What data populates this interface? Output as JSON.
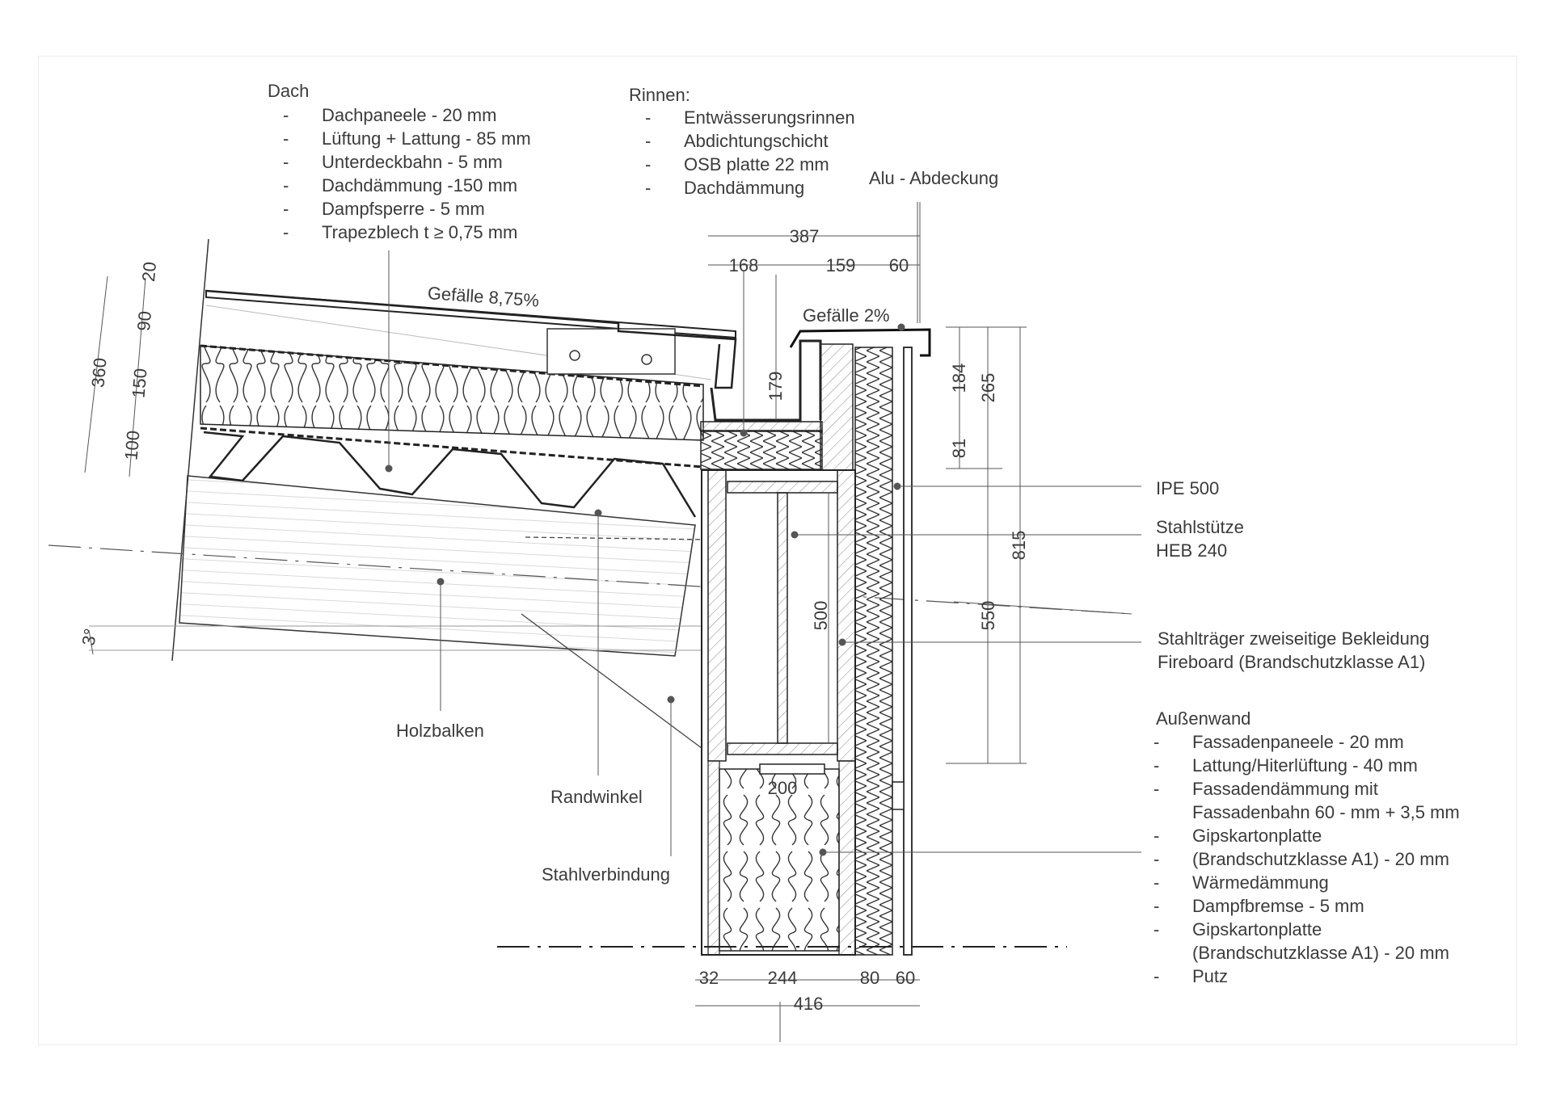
{
  "roof": {
    "title": "Dach",
    "items": [
      "Dachpaneele - 20 mm",
      "Lüftung + Lattung - 85 mm",
      "Unterdeckbahn - 5 mm",
      "Dachdämmung -150 mm",
      "Dampfsperre - 5 mm",
      "Trapezblech t ≥ 0,75 mm"
    ]
  },
  "gutter": {
    "title": "Rinnen:",
    "items": [
      "Entwässerungsrinnen",
      "Abdichtungschicht",
      "OSB platte 22 mm",
      "Dachdämmung"
    ]
  },
  "labels": {
    "alu": "Alu - Abdeckung",
    "slope_roof": "Gefälle 8,75%",
    "slope_gutter": "Gefälle 2%",
    "ipe": "IPE 500",
    "column_1": "Stahlstütze",
    "column_2": "HEB 240",
    "cladding_1": "Stahlträger zweiseitige Bekleidung",
    "cladding_2": "Fireboard (Brandschutzklasse A1)",
    "holzbalken": "Holzbalken",
    "randwinkel": "Randwinkel",
    "stahlverbindung": "Stahlverbindung",
    "angle": "3°"
  },
  "wall": {
    "title": "Außenwand",
    "items": [
      {
        "text": "Fassadenpaneele - 20 mm",
        "dash": true
      },
      {
        "text": "Lattung/Hiterlüftung - 40 mm",
        "dash": true
      },
      {
        "text": "Fassadendämmung mit",
        "dash": true
      },
      {
        "text": "Fassadenbahn 60 - mm + 3,5 mm",
        "dash": false
      },
      {
        "text": "Gipskartonplatte",
        "dash": true
      },
      {
        "text": "(Brandschutzklasse A1) - 20 mm",
        "dash": true
      },
      {
        "text": "Wärmedämmung",
        "dash": true
      },
      {
        "text": "Dampfbremse - 5 mm",
        "dash": true
      },
      {
        "text": "Gipskartonplatte",
        "dash": true
      },
      {
        "text": "(Brandschutzklasse A1) - 20 mm",
        "dash": false
      },
      {
        "text": "Putz",
        "dash": true
      }
    ]
  },
  "dimensions": {
    "top_total": "387",
    "top_a": "168",
    "top_b": "159",
    "top_c": "60",
    "gutter_h": "179",
    "left_total": "360",
    "left_a": "20",
    "left_b": "90",
    "left_c": "150",
    "left_d": "100",
    "right_a": "184",
    "right_b": "81",
    "right_c": "265",
    "right_d": "550",
    "right_e": "815",
    "beam_h": "500",
    "beam_w": "200",
    "bottom_a": "32",
    "bottom_b": "244",
    "bottom_c": "80",
    "bottom_d": "60",
    "bottom_total": "416"
  }
}
